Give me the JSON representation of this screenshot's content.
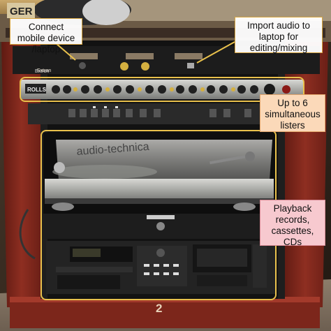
{
  "callouts": {
    "connect": "Connect mobile device /laptop",
    "import": "Import audio to laptop for editing/mixing",
    "listeners": "Up to 6 simultaneous listers",
    "playback": "Playback records, cassettes, CDs"
  },
  "device_labels": {
    "extron": "Extron",
    "rolls": "ROLLS",
    "audio_technica": "audio-technica",
    "unit_number": "2"
  },
  "colors": {
    "cabinet": "#8a2a1f",
    "outline": "#e9c14c",
    "label_white": "#ffffff",
    "label_peach": "#fbd9b9",
    "label_pink": "#f7c9cf"
  }
}
